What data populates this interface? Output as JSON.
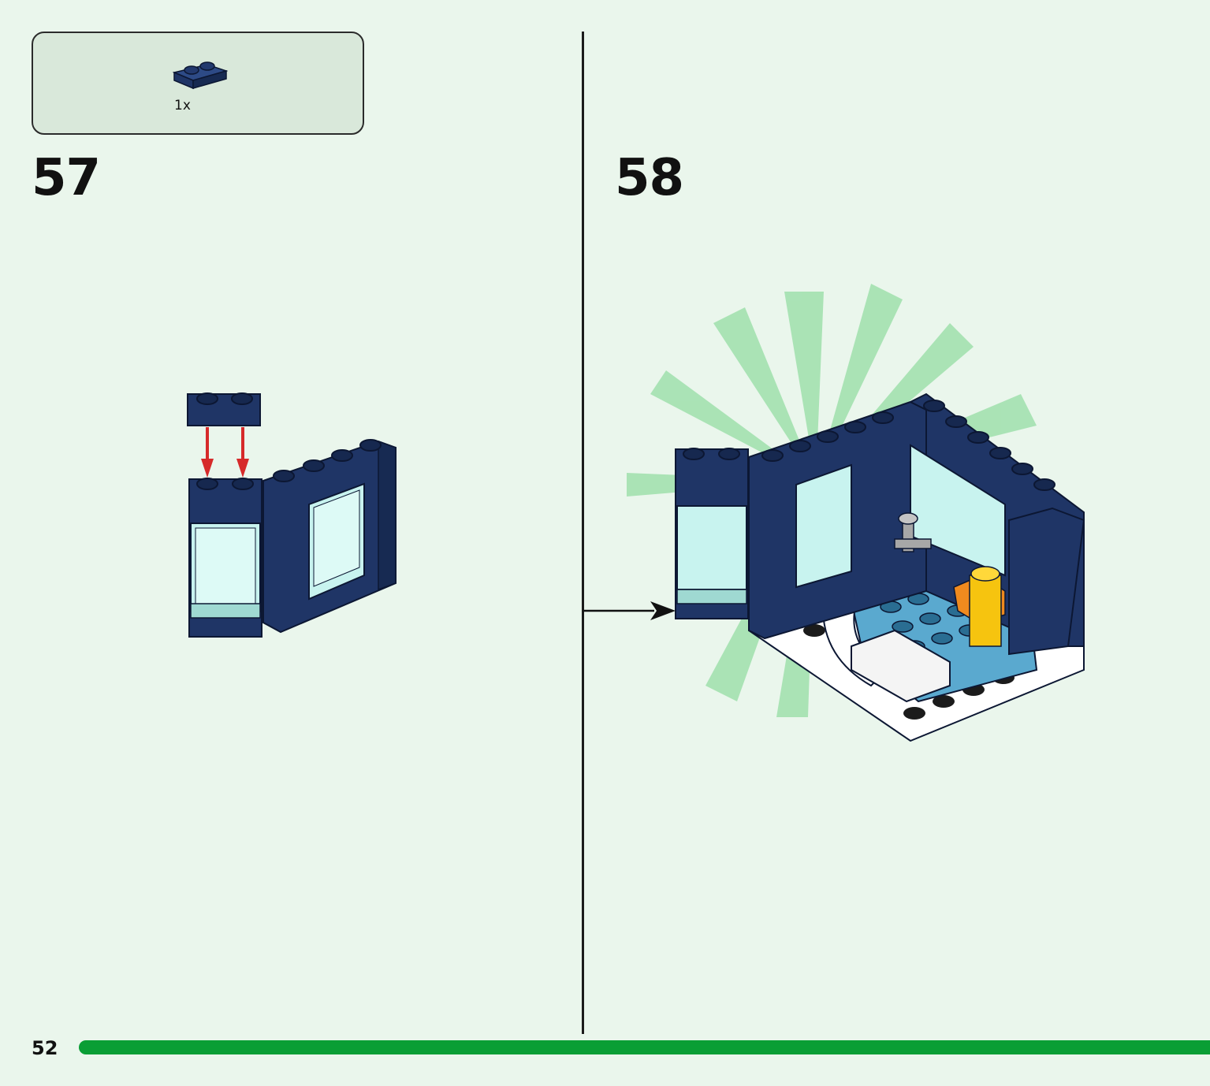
{
  "parts_callout": {
    "quantity": "1x",
    "part_icon": "dark-blue-plate-1x2",
    "part_color": "#1f3566"
  },
  "steps": [
    {
      "number": "57"
    },
    {
      "number": "58"
    }
  ],
  "footer": {
    "page_number": "52",
    "progress_color": "#0a9e35"
  },
  "colors": {
    "background": "#eaf6ec",
    "dark_blue": "#1f3566",
    "trans_light_blue": "#c8f3ef",
    "medium_azure": "#5aa9cf",
    "white": "#ffffff",
    "yellow": "#f6c40f",
    "orange": "#f08a1e",
    "arrow_red": "#d62a2a"
  }
}
